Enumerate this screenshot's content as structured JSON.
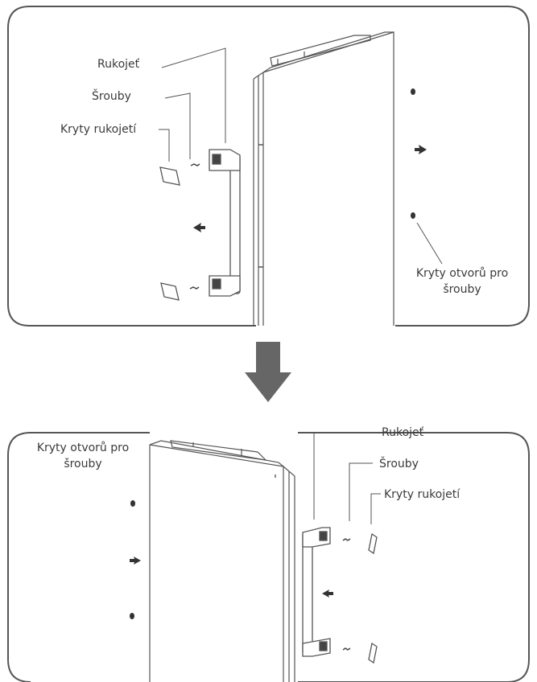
{
  "panels": {
    "top": {
      "labels": {
        "handle": "Rukojeť",
        "screws": "Šrouby",
        "handle_covers": "Kryty rukojetí",
        "hole_covers_line1": "Kryty otvorů pro",
        "hole_covers_line2": "šrouby"
      }
    },
    "bottom": {
      "labels": {
        "handle": "Rukojeť",
        "screws": "Šrouby",
        "handle_covers": "Kryty rukojetí",
        "hole_covers_line1": "Kryty otvorů pro",
        "hole_covers_line2": "šrouby"
      }
    }
  },
  "colors": {
    "outline": "#555555",
    "arrow": "#666666",
    "text": "#3a3a3a"
  },
  "icons": {
    "transition": "down-arrow-icon"
  }
}
